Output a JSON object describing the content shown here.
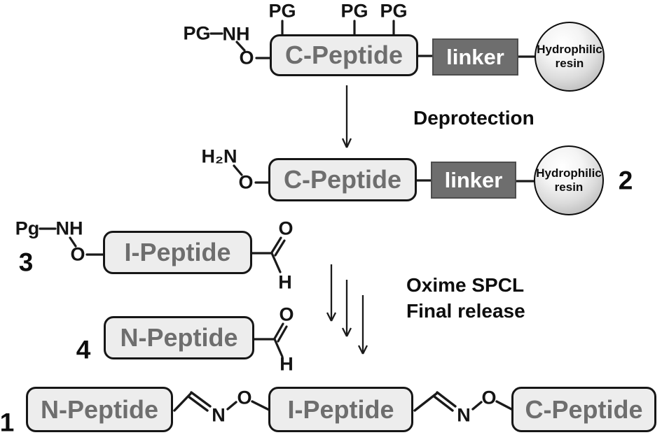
{
  "colors": {
    "background": "#ffffff",
    "peptide_box_fill": "#ededed",
    "peptide_box_border": "#161616",
    "peptide_text": "#6e6e6e",
    "linker_fill": "#6e6e6e",
    "linker_border": "#4d4d4d",
    "linker_text": "#ffffff",
    "resin_gradient_edge": "#a3a3a3",
    "bond_line": "#1a1a1a",
    "label_text": "#0d0d0d"
  },
  "scheme": {
    "step1": {
      "alpha_pg": "PG",
      "nh": "NH",
      "o_link": "O",
      "side_chain_pgs": [
        "PG",
        "PG",
        "PG"
      ],
      "peptide": "C-Peptide",
      "linker": "linker",
      "resin_line1": "Hydrophilic",
      "resin_line2": "resin"
    },
    "deprotection_label": "Deprotection",
    "step2": {
      "h2n": "H₂N",
      "o_link": "O",
      "peptide": "C-Peptide",
      "linker": "linker",
      "resin_line1": "Hydrophilic",
      "resin_line2": "resin",
      "number": "2"
    },
    "compound3": {
      "number": "3",
      "pg": "Pg",
      "nh": "NH",
      "o_link": "O",
      "peptide": "I-Peptide",
      "aldehyde_o": "O",
      "aldehyde_h": "H"
    },
    "compound4": {
      "number": "4",
      "peptide": "N-Peptide",
      "aldehyde_o": "O",
      "aldehyde_h": "H"
    },
    "ligation_label_line1": "Oxime SPCL",
    "ligation_label_line2": "Final release",
    "product": {
      "number": "1",
      "n_peptide": "N-Peptide",
      "oxime1_n": "N",
      "oxime1_o": "O",
      "i_peptide": "I-Peptide",
      "oxime2_n": "N",
      "oxime2_o": "O",
      "c_peptide": "C-Peptide"
    }
  }
}
